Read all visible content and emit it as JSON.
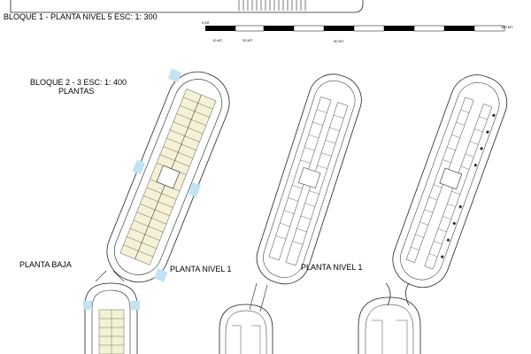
{
  "sheet": {
    "bloque1_title": "BLOQUE 1 - PLANTA NIVEL 5 ESC: 1: 300",
    "bloque23_title_line1": "BLOQUE 2 - 3    ESC: 1: 400",
    "bloque23_title_line2": "PLANTAS",
    "planta_baja": "PLANTA BAJA",
    "planta_nivel1_a": "PLANTA NIVEL 1",
    "planta_nivel1_b": "PLANTA NIVEL 1"
  },
  "scale_bar": {
    "labels": [
      "0 MT.",
      "10 MT.",
      "20 MT.",
      "50 MT.",
      "100 MT."
    ]
  },
  "colors": {
    "ink": "#222222",
    "parking_fill": "#f4f1d6",
    "stair_cyan": "#bfe3f3"
  }
}
